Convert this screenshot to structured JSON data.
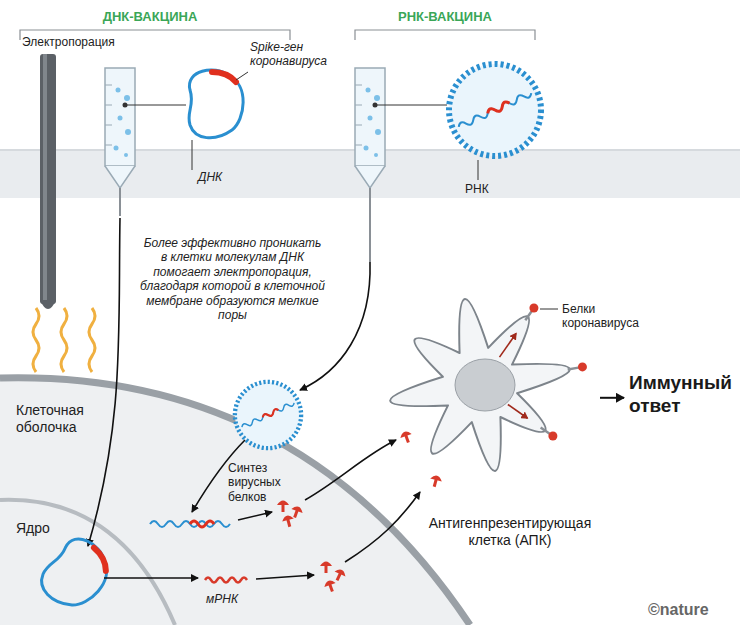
{
  "diagram": {
    "nodes": [
      {
        "text": [
          "Антигенпрезентирующая клетка (АПК)"
        ]
      },
      {
        "text": [
          "Иммунный ответ"
        ]
      }
    ],
    "edges": [
      {
        "from": 0,
        "to": 1,
        "arrow": "to"
      }
    ],
    "labels": [
      "ДНК-ВАКЦИНА",
      "РНК-ВАКЦИНА",
      "Электропорация",
      "Spike-ген коронавируса",
      "ДНК",
      "РНК",
      "Более эффективно проникать в клетки молекулам ДНК помогает электропорация, благодаря которой в клеточной мембране образуются мелкие поры",
      "Белки коронавируса",
      "Клеточная оболочка",
      "Синтез вирусных белков",
      "Ядро",
      "мРНК",
      "©nature"
    ]
  }
}
